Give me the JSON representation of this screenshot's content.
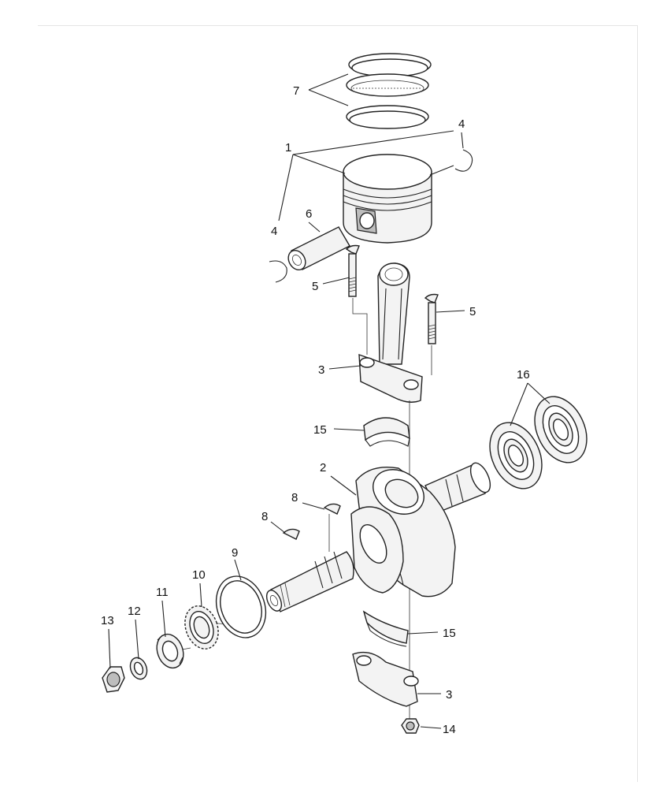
{
  "diagram": {
    "callouts": {
      "c1": "1",
      "c2": "2",
      "c3a": "3",
      "c3b": "3",
      "c4a": "4",
      "c4b": "4",
      "c5a": "5",
      "c5b": "5",
      "c6": "6",
      "c7": "7",
      "c8a": "8",
      "c8b": "8",
      "c9": "9",
      "c10": "10",
      "c11": "11",
      "c12": "12",
      "c13": "13",
      "c14": "14",
      "c15a": "15",
      "c15b": "15",
      "c16": "16"
    }
  }
}
